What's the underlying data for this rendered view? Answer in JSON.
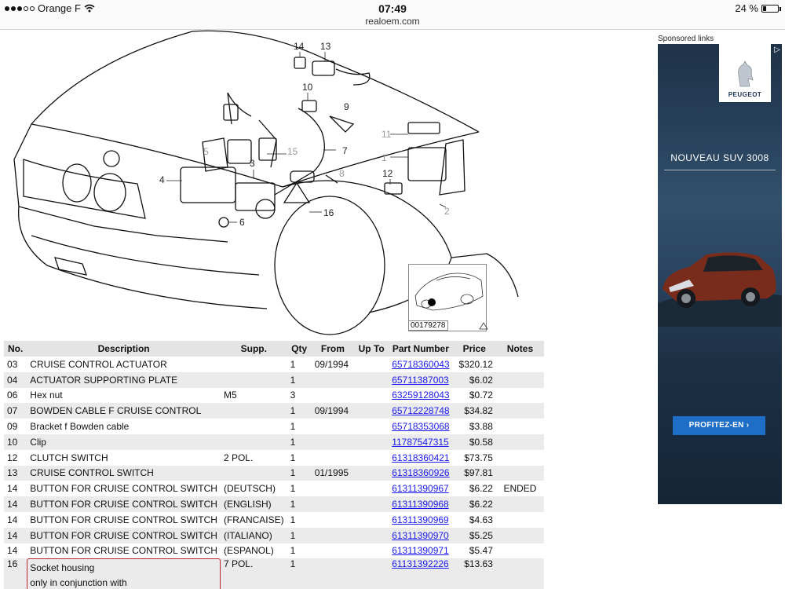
{
  "status_bar": {
    "carrier": "Orange F",
    "time": "07:49",
    "url": "realoem.com",
    "battery_text": "24 %",
    "battery_level": 0.24,
    "signal_bars": 3
  },
  "diagram": {
    "callouts": [
      "14",
      "13",
      "10",
      "9",
      "5",
      "15",
      "7",
      "11",
      "1",
      "3",
      "8",
      "4",
      "12",
      "16",
      "6",
      "2"
    ],
    "thumbnail_label": "00179278"
  },
  "table": {
    "headers": [
      "No.",
      "Description",
      "Supp.",
      "Qty",
      "From",
      "Up To",
      "Part Number",
      "Price",
      "Notes"
    ],
    "rows": [
      {
        "no": "03",
        "desc": "CRUISE CONTROL ACTUATOR",
        "supp": "",
        "qty": "1",
        "from": "09/1994",
        "upto": "",
        "pn": "65718360043",
        "price": "$320.12",
        "notes": ""
      },
      {
        "no": "04",
        "desc": "ACTUATOR SUPPORTING PLATE",
        "supp": "",
        "qty": "1",
        "from": "",
        "upto": "",
        "pn": "65711387003",
        "price": "$6.02",
        "notes": ""
      },
      {
        "no": "06",
        "desc": "Hex nut",
        "supp": "M5",
        "qty": "3",
        "from": "",
        "upto": "",
        "pn": "63259128043",
        "price": "$0.72",
        "notes": ""
      },
      {
        "no": "07",
        "desc": "BOWDEN CABLE F CRUISE CONTROL",
        "supp": "",
        "qty": "1",
        "from": "09/1994",
        "upto": "",
        "pn": "65712228748",
        "price": "$34.82",
        "notes": ""
      },
      {
        "no": "09",
        "desc": "Bracket f Bowden cable",
        "supp": "",
        "qty": "1",
        "from": "",
        "upto": "",
        "pn": "65718353068",
        "price": "$3.88",
        "notes": ""
      },
      {
        "no": "10",
        "desc": "Clip",
        "supp": "",
        "qty": "1",
        "from": "",
        "upto": "",
        "pn": "11787547315",
        "price": "$0.58",
        "notes": ""
      },
      {
        "no": "12",
        "desc": "CLUTCH SWITCH",
        "supp": "2 POL.",
        "qty": "1",
        "from": "",
        "upto": "",
        "pn": "61318360421",
        "price": "$73.75",
        "notes": ""
      },
      {
        "no": "13",
        "desc": "CRUISE CONTROL SWITCH",
        "supp": "",
        "qty": "1",
        "from": "01/1995",
        "upto": "",
        "pn": "61318360926",
        "price": "$97.81",
        "notes": ""
      },
      {
        "no": "14",
        "desc": "BUTTON FOR CRUISE CONTROL SWITCH",
        "supp": "(DEUTSCH)",
        "qty": "1",
        "from": "",
        "upto": "",
        "pn": "61311390967",
        "price": "$6.22",
        "notes": "ENDED"
      },
      {
        "no": "14",
        "desc": "BUTTON FOR CRUISE CONTROL SWITCH",
        "supp": "(ENGLISH)",
        "qty": "1",
        "from": "",
        "upto": "",
        "pn": "61311390968",
        "price": "$6.22",
        "notes": ""
      },
      {
        "no": "14",
        "desc": "BUTTON FOR CRUISE CONTROL SWITCH",
        "supp": "(FRANCAISE)",
        "qty": "1",
        "from": "",
        "upto": "",
        "pn": "61311390969",
        "price": "$4.63",
        "notes": ""
      },
      {
        "no": "14",
        "desc": "BUTTON FOR CRUISE CONTROL SWITCH",
        "supp": "(ITALIANO)",
        "qty": "1",
        "from": "",
        "upto": "",
        "pn": "61311390970",
        "price": "$5.25",
        "notes": ""
      },
      {
        "no": "14",
        "desc": "BUTTON FOR CRUISE CONTROL SWITCH",
        "supp": "(ESPANOL)",
        "qty": "1",
        "from": "",
        "upto": "",
        "pn": "61311390971",
        "price": "$5.47",
        "notes": ""
      },
      {
        "no": "16",
        "desc": "Socket housing",
        "desc2": "only in conjunction with",
        "supp": "7 POL.",
        "qty": "1",
        "from": "",
        "upto": "",
        "pn": "61131392226",
        "price": "$13.63",
        "notes": ""
      }
    ]
  },
  "ad": {
    "sponsored_label": "Sponsored links",
    "brand": "PEUGEOT",
    "headline": "NOUVEAU SUV 3008",
    "cta": "PROFITEZ-EN",
    "cta_color": "#1e6ec7"
  }
}
